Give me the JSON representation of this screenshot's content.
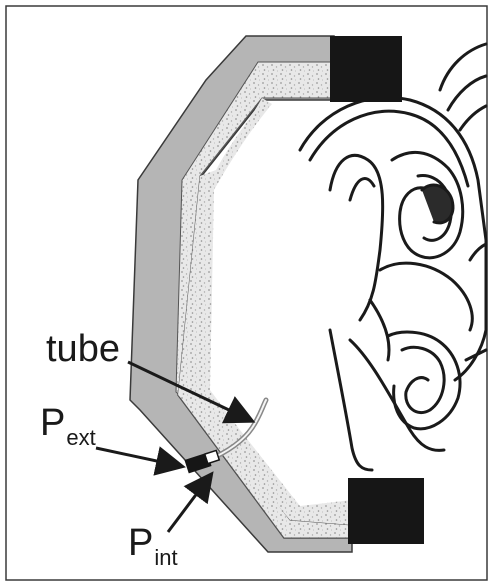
{
  "labels": {
    "tube": "tube",
    "p_ext_main": "P",
    "p_ext_sub": "ext",
    "p_int_main": "P",
    "p_int_sub": "int"
  },
  "colors": {
    "frame": "#3a3a3a",
    "cup_shell": "#b5b5b5",
    "foam": "#e6e6e6",
    "pad": "#161616",
    "ink": "#1a1a1a"
  },
  "icons": [
    "ear-illustration",
    "ear-cup-shell",
    "foam-liner",
    "top-pad",
    "bottom-pad",
    "pressure-sensor",
    "tube-line"
  ]
}
